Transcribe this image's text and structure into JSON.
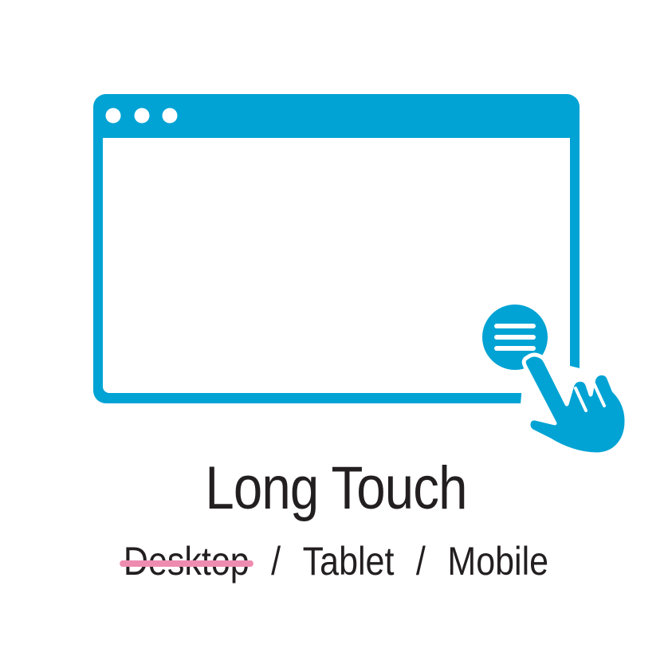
{
  "title": "Long Touch",
  "platforms": [
    {
      "label": "Desktop",
      "available": false
    },
    {
      "label": "Tablet",
      "available": true
    },
    {
      "label": "Mobile",
      "available": true
    }
  ],
  "separator": "/",
  "icons": {
    "window": "browser-window-icon",
    "menu_button": "menu-button-icon",
    "hand": "pointing-hand-icon"
  },
  "colors": {
    "accent": "#00a3d4",
    "text": "#231f20",
    "strikethrough": "#ee8cb0",
    "background": "#ffffff"
  }
}
